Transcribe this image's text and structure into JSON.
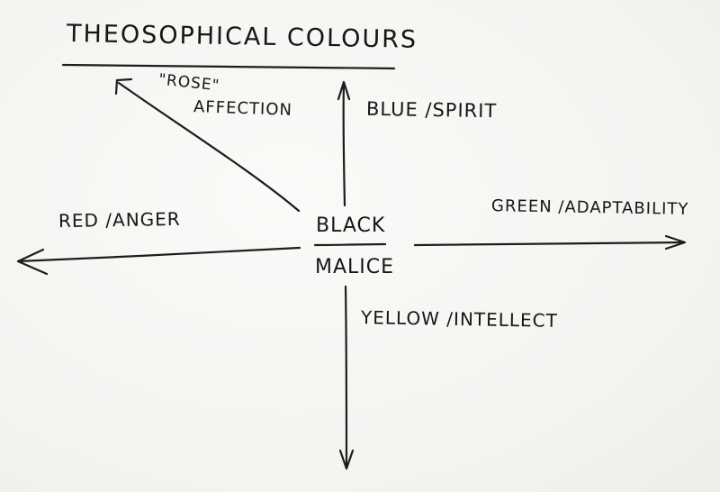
{
  "diagram": {
    "title": "THEOSOPHICAL COLOURS",
    "center": {
      "top_word": "BLACK",
      "bottom_word": "MALICE"
    },
    "branches": {
      "up_left_quote": "\"ROSE\"",
      "up_left_label": "AFFECTION",
      "up": "BLUE /SPIRIT",
      "left": "RED /ANGER",
      "right": "GREEN /ADAPTABILITY",
      "down": "YELLOW /INTELLECT"
    }
  },
  "colors": {
    "ink": "#1c1c1c",
    "paper": "#f7f6f4"
  }
}
